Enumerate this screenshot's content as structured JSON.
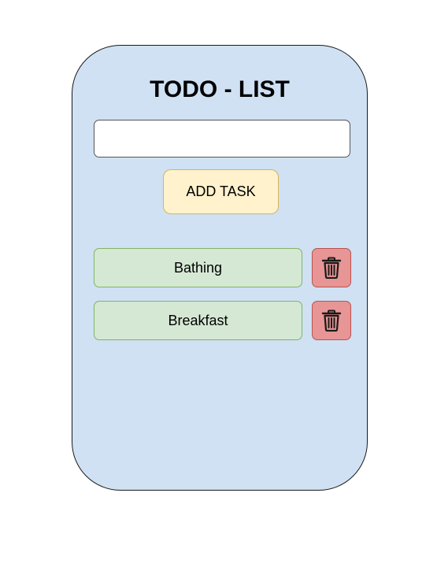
{
  "app": {
    "title": "TODO - LIST"
  },
  "input": {
    "value": "",
    "placeholder": ""
  },
  "add_button": {
    "label": "ADD TASK"
  },
  "tasks": [
    {
      "label": "Bathing",
      "delete_icon": "trash-icon"
    },
    {
      "label": "Breakfast",
      "delete_icon": "trash-icon"
    }
  ],
  "colors": {
    "card_background": "#cfe1f3",
    "add_button_fill": "#fff2cc",
    "task_fill": "#d5e8d4",
    "delete_fill": "#e79595"
  }
}
